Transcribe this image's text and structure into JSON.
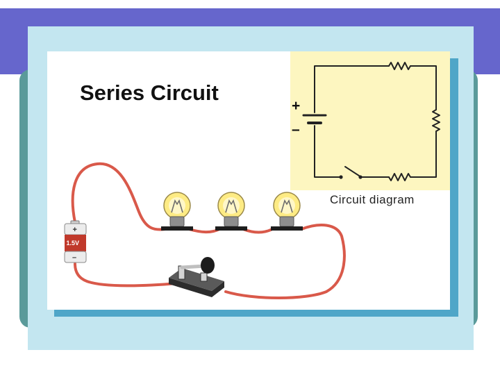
{
  "title": "Series Circuit",
  "diagram_caption": "Circuit diagram",
  "battery": {
    "label": "1.5V",
    "plus": "+",
    "minus": "–"
  },
  "schematic": {
    "plus": "+",
    "minus": "–"
  },
  "colors": {
    "banner": "#6666cc",
    "outer_panel": "#c3e6f0",
    "schematic_background": "#fdf6c0",
    "wire": "#d9594a",
    "battery_body": "#c0392b",
    "bulb_glass": "#fdeb84"
  }
}
